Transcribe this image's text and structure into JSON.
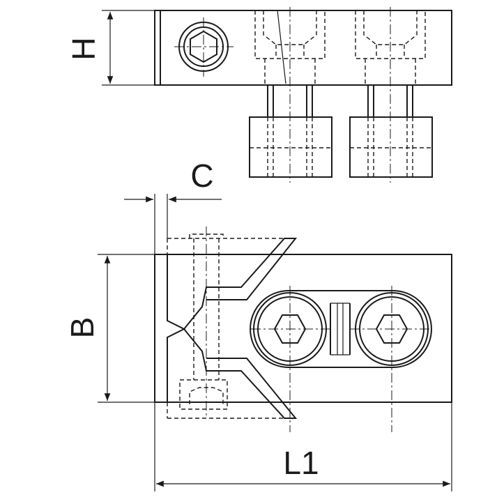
{
  "dimensions": {
    "h_label": "H",
    "c_label": "C",
    "b_label": "B",
    "l1_label": "L1"
  },
  "colors": {
    "line": "#1a1a1a",
    "background": "#ffffff"
  }
}
